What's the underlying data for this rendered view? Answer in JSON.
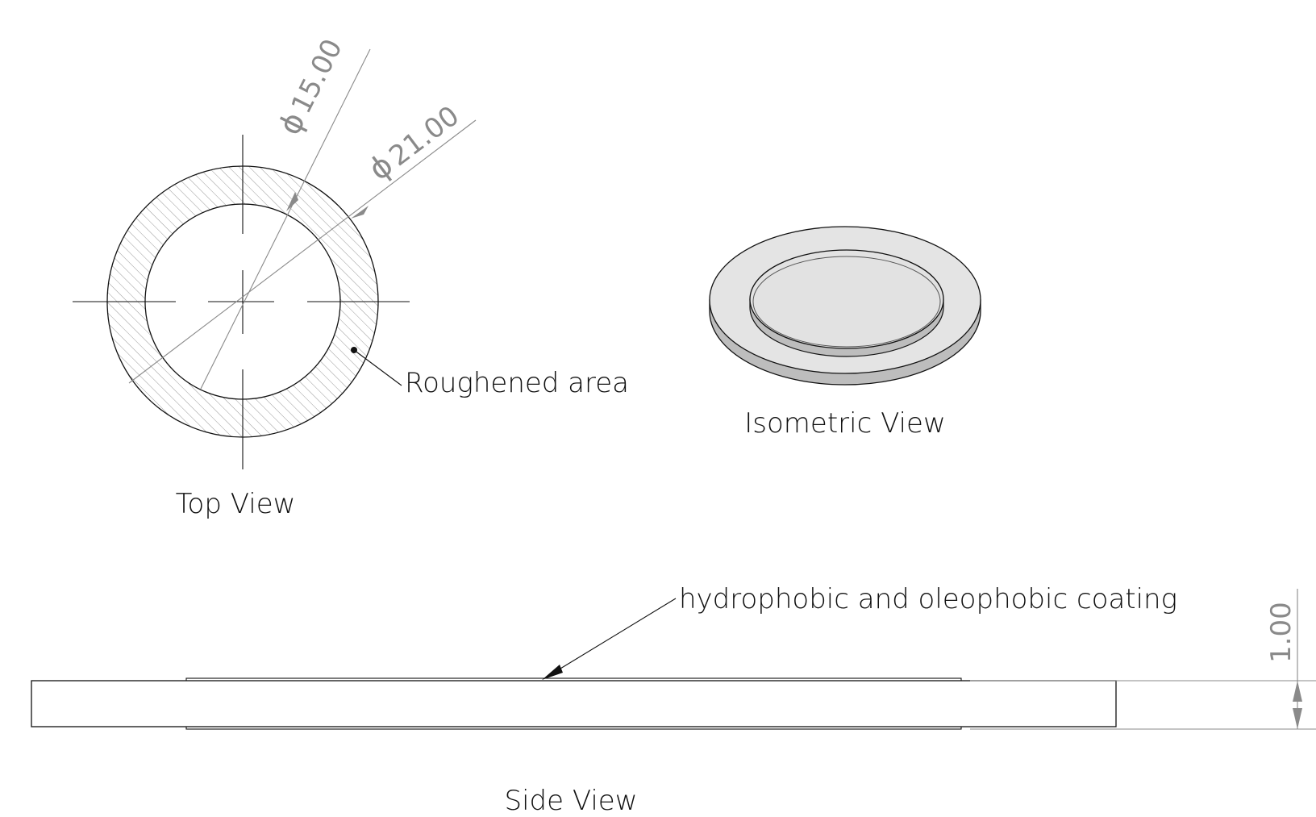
{
  "top_view": {
    "title": "Top View",
    "inner_diameter_label": "15.00",
    "outer_diameter_label": "21.00",
    "diameter_symbol": "ϕ",
    "callout": "Roughened area"
  },
  "isometric_view": {
    "title": "Isometric View"
  },
  "side_view": {
    "title": "Side View",
    "callout": "hydrophobic and oleophobic coating",
    "thickness_label": "1.00"
  },
  "colors": {
    "line": "#111111",
    "dimension": "#8a8a8a",
    "hatch": "#9a9a9a",
    "disc_fill": "#e4e4e4",
    "disc_edge": "#bdbdbd"
  }
}
